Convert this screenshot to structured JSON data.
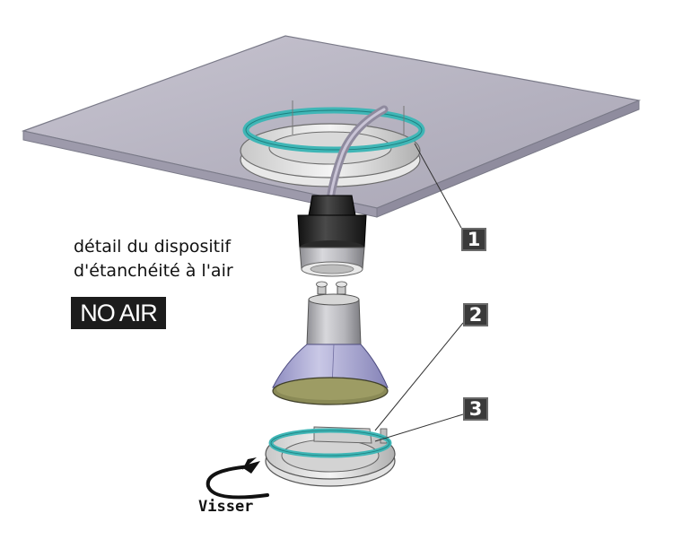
{
  "caption": {
    "line1": "détail du dispositif",
    "line2": "d'étanchéité à l'air"
  },
  "badge": {
    "text": "NO AIR"
  },
  "markers": [
    "1",
    "2",
    "3"
  ],
  "action_label": "Visser",
  "colors": {
    "panel": "#b9b6c4",
    "seal": "#3fb6b6",
    "dome": "#a7a6cf",
    "lens": "#8a8a56",
    "socket": "#222222"
  },
  "icons": [
    "rotate-arrow-icon"
  ]
}
